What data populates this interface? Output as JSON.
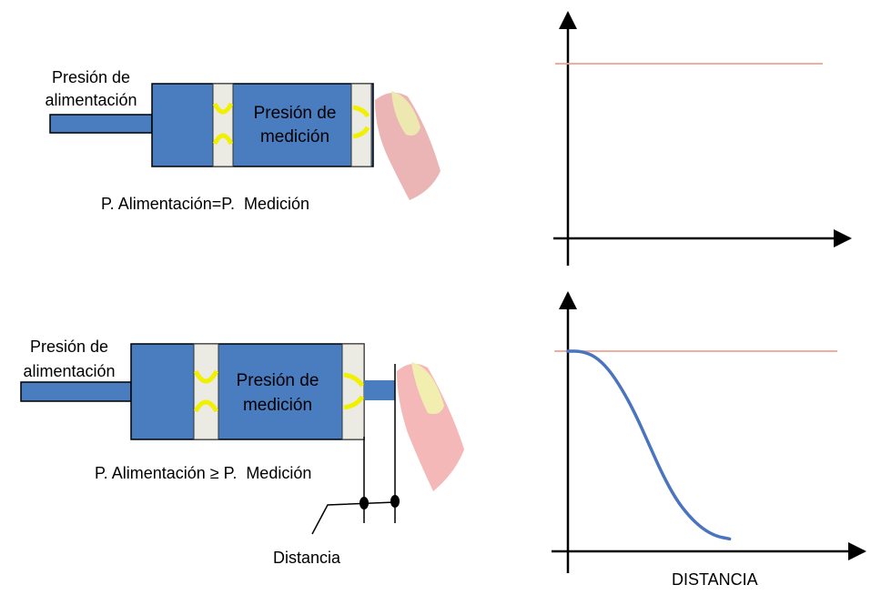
{
  "diagram_top": {
    "supply_label_line1": "Presión de",
    "supply_label_line2": "alimentación",
    "measure_label_line1": "Presión de",
    "measure_label_line2": "medición",
    "caption": "P. Alimentación=P.  Medición"
  },
  "diagram_bottom": {
    "supply_label_line1": "Presión de",
    "supply_label_line2": "alimentación",
    "measure_label_line1": "Presión de",
    "measure_label_line2": "medición",
    "caption": "P. Alimentación ≥ P.  Medición",
    "distance_label": "Distancia"
  },
  "charts": {
    "bottom_xlabel": "DISTANCIA"
  },
  "chart_data": [
    {
      "type": "line",
      "title": "",
      "xlabel": "",
      "ylabel": "",
      "xlim": [
        0,
        1
      ],
      "ylim": [
        0,
        1
      ],
      "series": [
        {
          "x": [
            -0.05,
            1.0
          ],
          "y": [
            0.8,
            0.8
          ],
          "color": "#f0a090"
        }
      ]
    },
    {
      "type": "line",
      "title": "",
      "xlabel": "DISTANCIA",
      "ylabel": "",
      "xlim": [
        0,
        1
      ],
      "ylim": [
        0,
        1
      ],
      "series": [
        {
          "x": [
            -0.05,
            1.0
          ],
          "y": [
            0.8,
            0.8
          ],
          "color": "#f0a090"
        },
        {
          "x": [
            0,
            0.05,
            0.1,
            0.15,
            0.2,
            0.25,
            0.3,
            0.35,
            0.4,
            0.45,
            0.5,
            0.55,
            0.6
          ],
          "y": [
            0.8,
            0.8,
            0.78,
            0.73,
            0.65,
            0.55,
            0.43,
            0.31,
            0.21,
            0.14,
            0.09,
            0.06,
            0.05
          ],
          "color": "#4a74c0"
        }
      ]
    }
  ],
  "colors": {
    "body": "#4a7cc0",
    "slot": "#ecebe3",
    "jet": "#f0f000",
    "finger": "#e8a8a8",
    "nail": "#ece8b0"
  }
}
